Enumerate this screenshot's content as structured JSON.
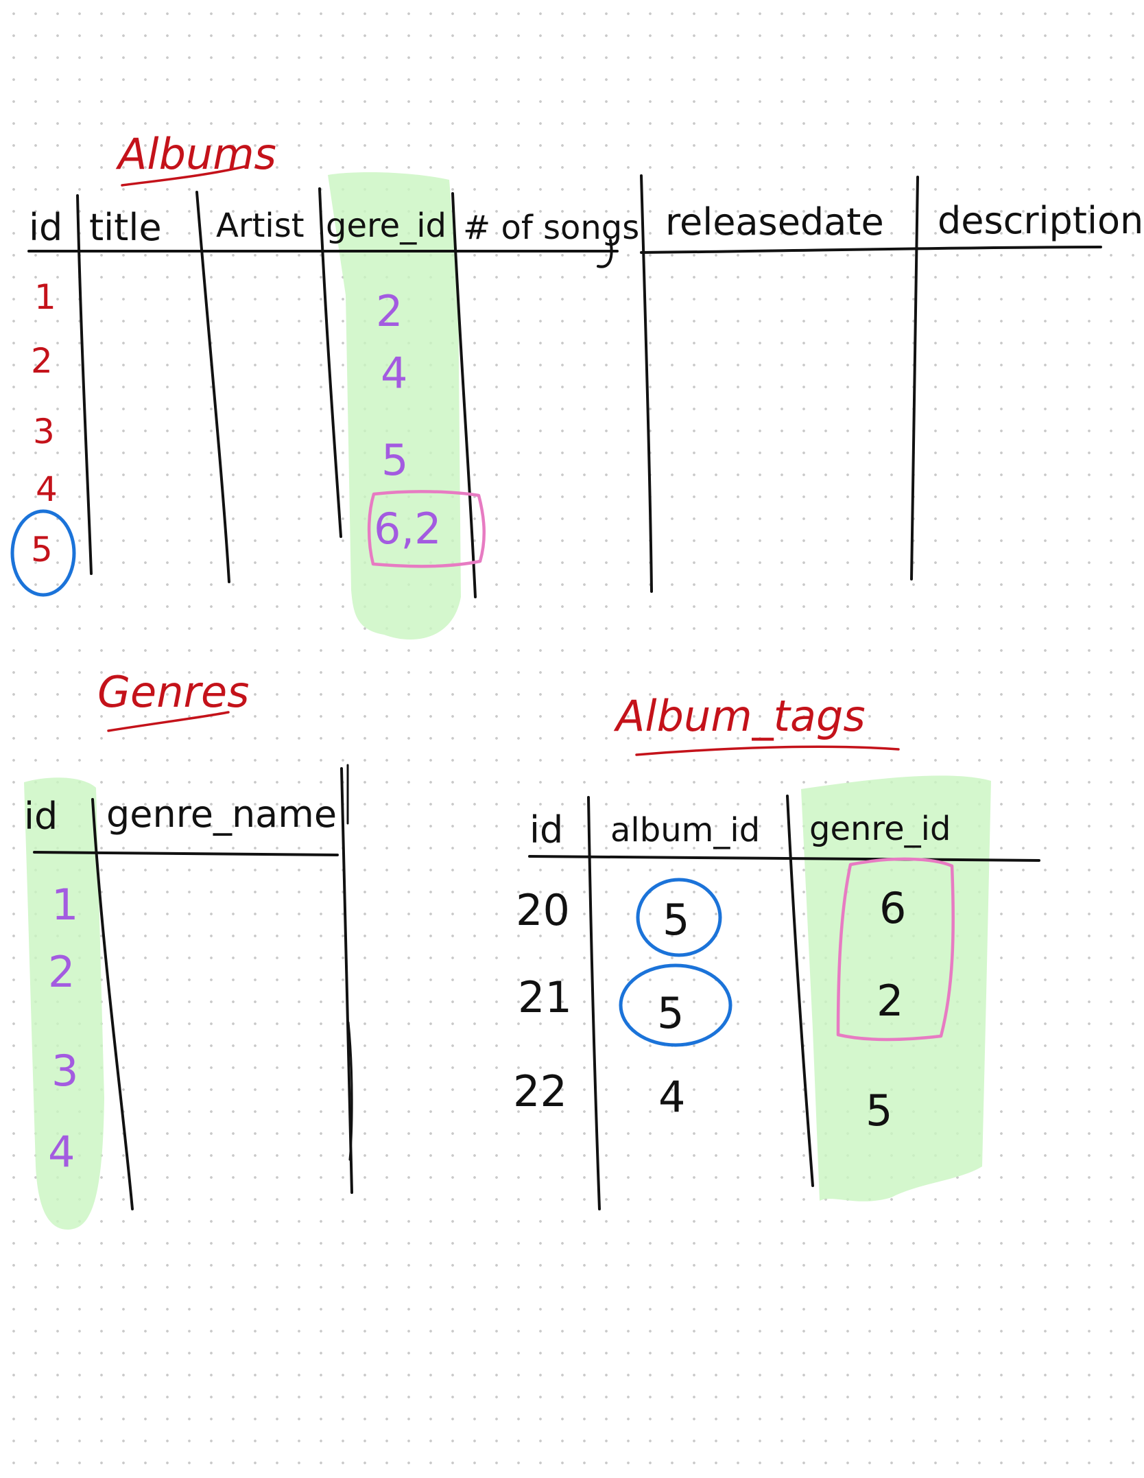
{
  "albums": {
    "title": "Albums",
    "columns": [
      "id",
      "title",
      "Artist",
      "gere_id",
      "# of songs",
      "releasedate",
      "description"
    ],
    "ids": [
      "1",
      "2",
      "3",
      "4",
      "5"
    ],
    "genre_values": [
      "2",
      "4",
      "5",
      "6,2"
    ]
  },
  "genres": {
    "title": "Genres",
    "columns": [
      "id",
      "genre_name"
    ],
    "ids": [
      "1",
      "2",
      "3",
      "4"
    ]
  },
  "album_tags": {
    "title": "Album_tags",
    "columns": [
      "id",
      "album_id",
      "genre_id"
    ],
    "rows": [
      {
        "id": "20",
        "album_id": "5",
        "genre_id": "6"
      },
      {
        "id": "21",
        "album_id": "5",
        "genre_id": "2"
      },
      {
        "id": "22",
        "album_id": "4",
        "genre_id": "5"
      }
    ]
  },
  "colors": {
    "title_red": "#c4121a",
    "highlight_green": "#c9f5c1",
    "circle_blue": "#1b73d9",
    "box_pink": "#e77bc2",
    "id_purple": "#a35be0",
    "ink": "#111111"
  }
}
